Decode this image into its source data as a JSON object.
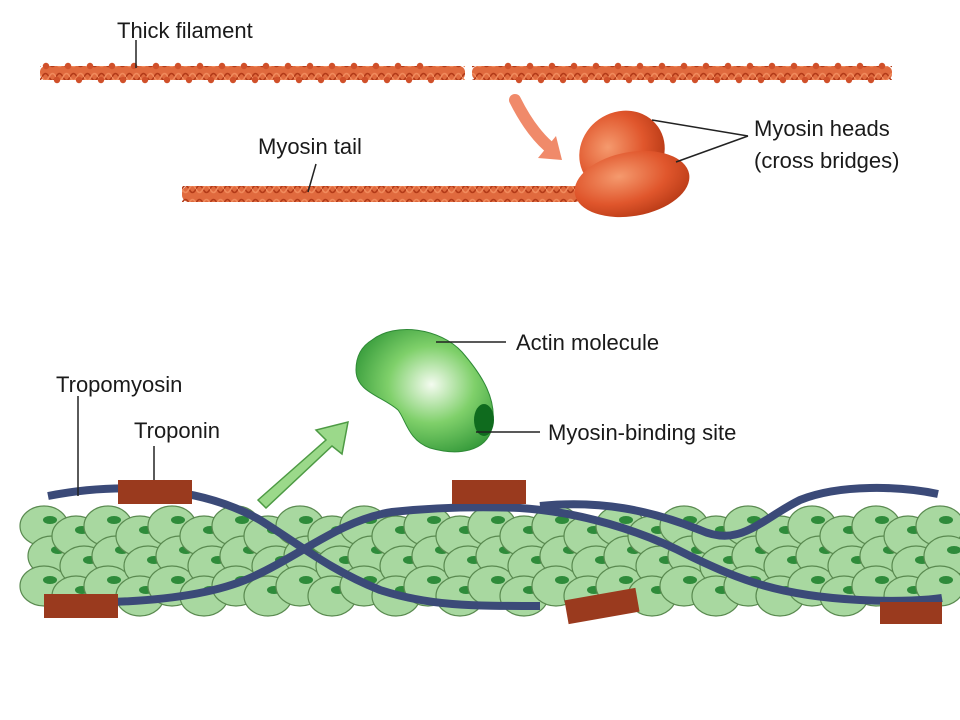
{
  "labels": {
    "thick_filament": "Thick filament",
    "myosin_tail": "Myosin tail",
    "myosin_heads": "Myosin heads",
    "cross_bridges": "(cross bridges)",
    "actin_molecule": "Actin molecule",
    "myosin_binding_site": "Myosin-binding site",
    "tropomyosin": "Tropomyosin",
    "troponin": "Troponin"
  },
  "colors": {
    "myosin": "#d9532a",
    "myosin_dark": "#b23a18",
    "actin": "#a8d8a0",
    "actin_outline": "#5a8a50",
    "binding_site": "#2e8b3a",
    "tropomyosin": "#3b4a78",
    "troponin": "#9a3a1e",
    "arrow_green": "#8fd07a"
  }
}
